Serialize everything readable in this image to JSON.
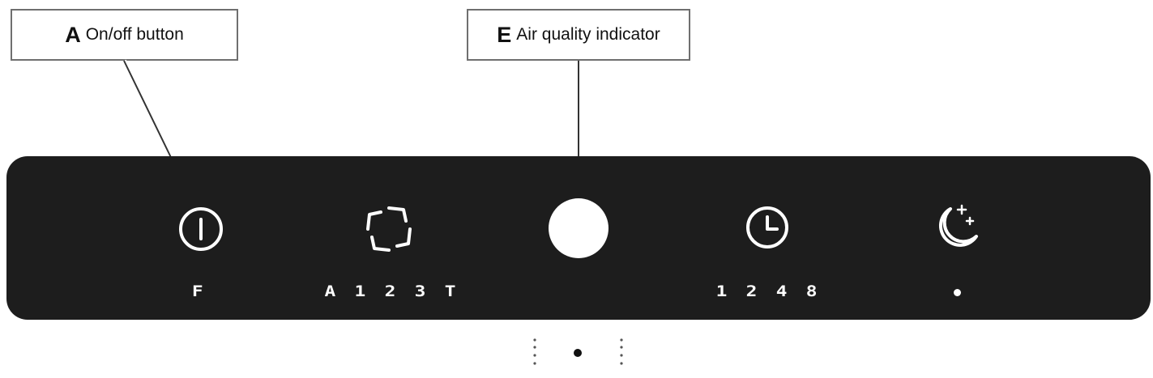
{
  "callouts": {
    "a": {
      "letter": "A",
      "text": "On/off button"
    },
    "e": {
      "letter": "E",
      "text": "Air quality indicator"
    }
  },
  "panel": {
    "power_labels": "F",
    "fan_labels": "A 1 2 3 T",
    "timer_labels": "1 2 4 8"
  },
  "icons": [
    "power-icon",
    "fan-icon",
    "air-quality-indicator-icon",
    "timer-icon",
    "night-mode-icon"
  ],
  "colors": {
    "panel": "#1d1d1d",
    "icon": "#ffffff",
    "callout_border": "#6f6f6f"
  }
}
